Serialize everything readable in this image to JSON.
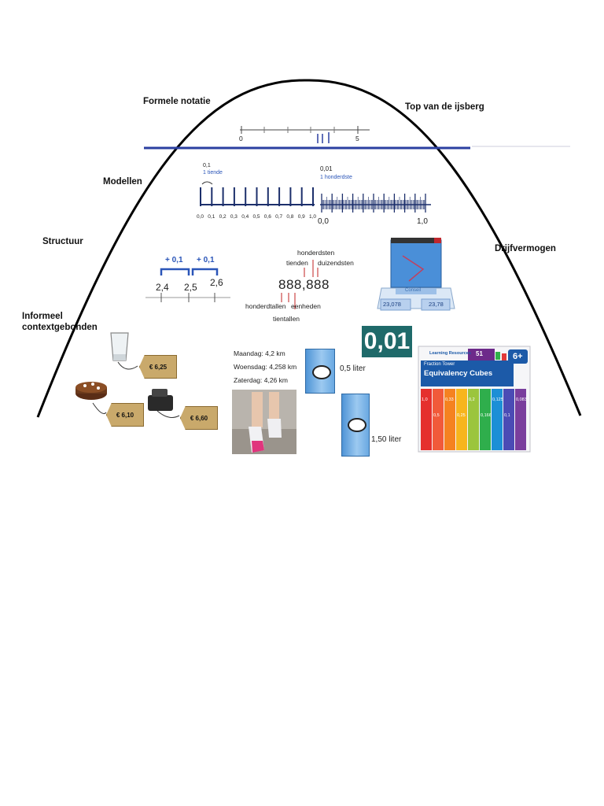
{
  "labels": {
    "top_left": "Formele notatie",
    "top_right": "Top van de ijsberg",
    "models": "Modellen",
    "structure": "Structuur",
    "driving_force": "Drijfvermogen",
    "informal_line1": "Informeel",
    "informal_line2": "contextgebonden"
  },
  "formal": {
    "tick_labels": [
      "0",
      "5"
    ]
  },
  "models": {
    "left_title_line1": "0,1",
    "left_title_line2": "1 tiende",
    "ticks": [
      "0,0",
      "0,1",
      "0,2",
      "0,3",
      "0,4",
      "0,5",
      "0,6",
      "0,7",
      "0,8",
      "0,9",
      "1,0"
    ],
    "right_title_line1": "0,01",
    "right_title_line2": "1 honderdste",
    "right_start": "0,0",
    "right_end": "1,0"
  },
  "structure": {
    "step1": "+ 0,1",
    "step2": "+ 0,1",
    "values": [
      "2,4",
      "2,5",
      "2,6"
    ],
    "place_value_number": "888,888",
    "place_above": [
      "honderdsten",
      "tienden",
      "duizendsten"
    ],
    "place_below": [
      "honderdtallen",
      "eenheden",
      "tientallen"
    ],
    "scale_left": "23,078",
    "scale_right": "23,78",
    "scale_brand": "Conseil"
  },
  "informal": {
    "price_tags": [
      "€ 6,25",
      "€ 6,10",
      "€ 6,60"
    ],
    "running_log": [
      "Maandag: 4,2 km",
      "Woensdag: 4,258 km",
      "Zaterdag: 4,26 km"
    ],
    "milk_small": "0,5 liter",
    "milk_large": "1,50 liter",
    "big_decimal": "0,01",
    "box_brand": "Learning Resources",
    "box_subtitle": "Fraction Tower",
    "box_title": "Equivalency Cubes",
    "box_count": "51",
    "box_age": "6+",
    "cube_labels": [
      "1,0",
      "0,5",
      "0,33",
      "0,25",
      "0,2",
      "0,166",
      "0,125",
      "0,1",
      "0,083"
    ]
  }
}
